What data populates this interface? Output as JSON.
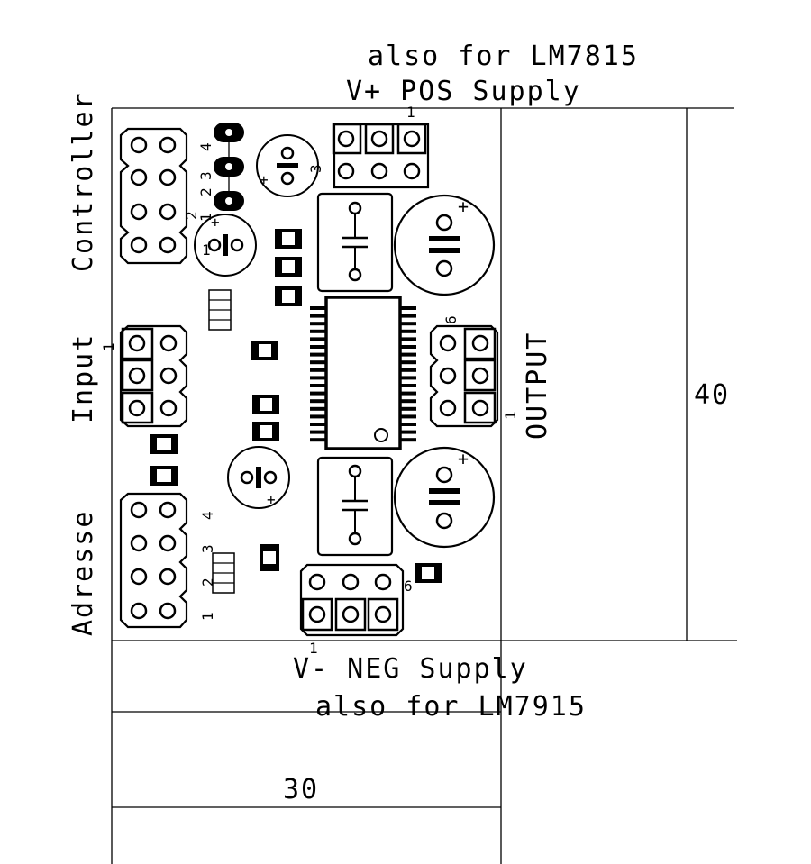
{
  "labels": {
    "pos_supply_note": "also for LM7815",
    "pos_supply": "V+ POS Supply",
    "neg_supply": "V- NEG Supply",
    "neg_supply_note": "also for LM7915",
    "controller": "Controller",
    "input": "Input",
    "adresse": "Adresse",
    "output": "OUTPUT",
    "dim_height": "40",
    "dim_width": "30"
  },
  "pin_numbers": {
    "pos_header_pin1": "1",
    "neg_header_pin1": "1",
    "neg_header_pin6": "6",
    "input_pin1": "1",
    "output_pin1": "1",
    "output_pin6": "6",
    "adresse_pins": [
      "4",
      "3",
      "2",
      "1"
    ],
    "controller_pins": [
      "4",
      "3",
      "2",
      "1"
    ],
    "trim_pins": [
      "1",
      "3",
      "2"
    ]
  },
  "colors": {
    "ink": "#000000",
    "board": "#ffffff"
  }
}
